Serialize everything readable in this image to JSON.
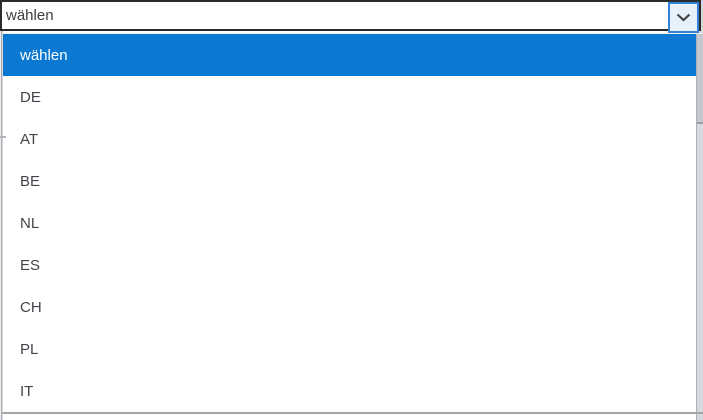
{
  "select": {
    "value": "wählen"
  },
  "dropdown": {
    "options": [
      {
        "label": "wählen",
        "selected": true
      },
      {
        "label": "DE",
        "selected": false
      },
      {
        "label": "AT",
        "selected": false
      },
      {
        "label": "BE",
        "selected": false
      },
      {
        "label": "NL",
        "selected": false
      },
      {
        "label": "ES",
        "selected": false
      },
      {
        "label": "CH",
        "selected": false
      },
      {
        "label": "PL",
        "selected": false
      },
      {
        "label": "IT",
        "selected": false
      }
    ]
  },
  "colors": {
    "highlight": "#0b78d1",
    "select_border": "#2b2b2b",
    "arrow_button_fill": "#e6f1fb",
    "arrow_button_border": "#3181d8",
    "popup_bottom_border": "#a6a6a6"
  }
}
